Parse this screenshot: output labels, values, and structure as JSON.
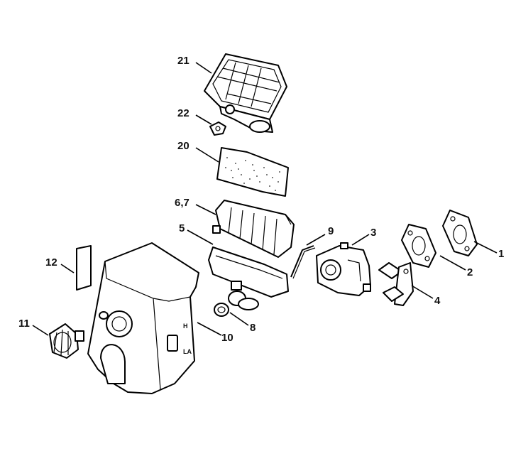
{
  "diagram": {
    "callouts": [
      {
        "id": "c21",
        "label": "21"
      },
      {
        "id": "c22",
        "label": "22"
      },
      {
        "id": "c20",
        "label": "20"
      },
      {
        "id": "c67",
        "label": "6,7"
      },
      {
        "id": "c5",
        "label": "5"
      },
      {
        "id": "c9",
        "label": "9"
      },
      {
        "id": "c3",
        "label": "3"
      },
      {
        "id": "c1",
        "label": "1"
      },
      {
        "id": "c2",
        "label": "2"
      },
      {
        "id": "c4",
        "label": "4"
      },
      {
        "id": "c12",
        "label": "12"
      },
      {
        "id": "c11",
        "label": "11"
      },
      {
        "id": "c10",
        "label": "10"
      },
      {
        "id": "c8",
        "label": "8"
      }
    ],
    "cover_marks": {
      "h": "H",
      "la": "LA"
    }
  }
}
